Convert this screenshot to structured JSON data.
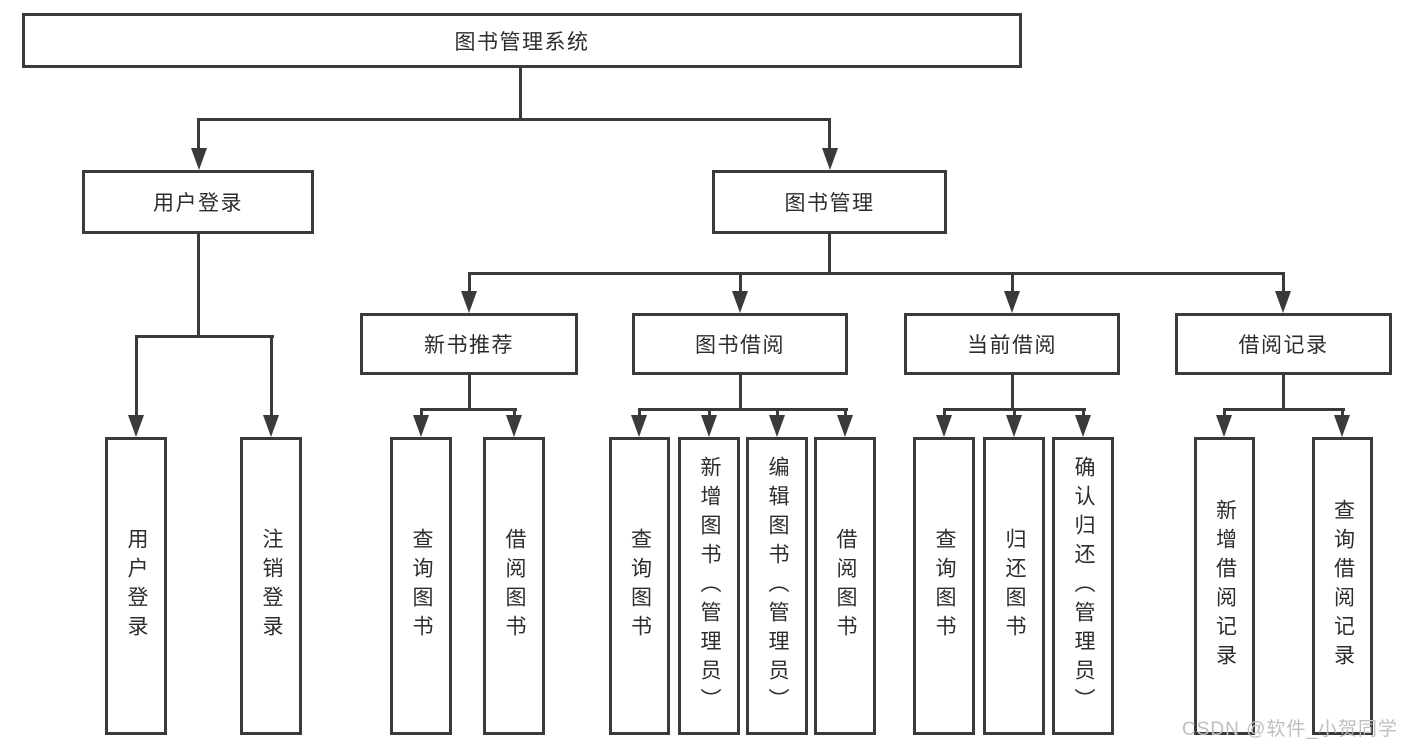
{
  "diagram": {
    "root": "图书管理系统",
    "branches": [
      {
        "label": "用户登录",
        "children": [
          {
            "label": "用户登录"
          },
          {
            "label": "注销登录"
          }
        ]
      },
      {
        "label": "图书管理",
        "children": [
          {
            "label": "新书推荐",
            "children": [
              {
                "label": "查询图书"
              },
              {
                "label": "借阅图书"
              }
            ]
          },
          {
            "label": "图书借阅",
            "children": [
              {
                "label": "查询图书"
              },
              {
                "label": "新增图书（管理员）"
              },
              {
                "label": "编辑图书（管理员）"
              },
              {
                "label": "借阅图书"
              }
            ]
          },
          {
            "label": "当前借阅",
            "children": [
              {
                "label": "查询图书"
              },
              {
                "label": "归还图书"
              },
              {
                "label": "确认归还（管理员）"
              }
            ]
          },
          {
            "label": "借阅记录",
            "children": [
              {
                "label": "新增借阅记录"
              },
              {
                "label": "查询借阅记录"
              }
            ]
          }
        ]
      }
    ]
  },
  "watermark": {
    "text": "CSDN @软件_小贺同学"
  },
  "colors": {
    "line": "#3a3a3a",
    "text": "#2d2d2d",
    "background": "#ffffff",
    "watermark": "#bfbfbf"
  }
}
